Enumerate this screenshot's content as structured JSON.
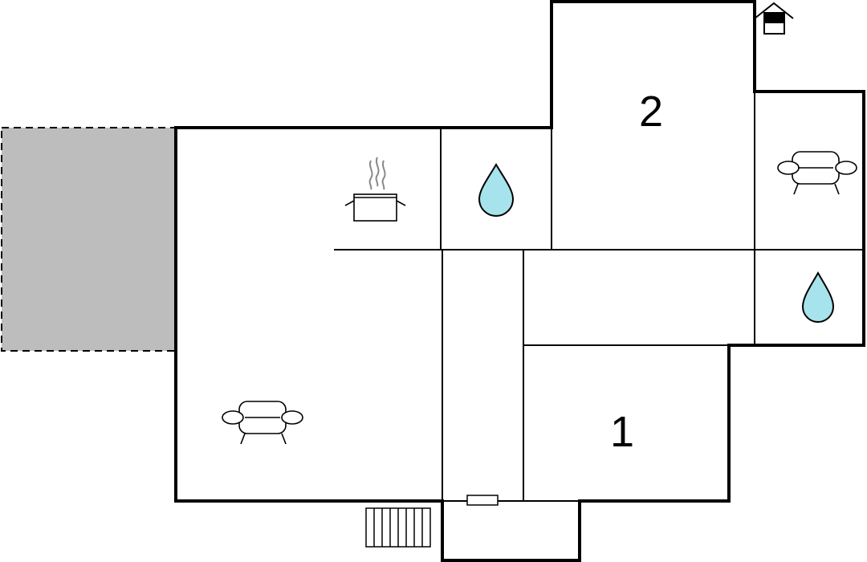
{
  "floor_plan": {
    "colors": {
      "wall": "#000000",
      "terrace": "#bdbdbd",
      "water": "#a6e3ec",
      "background": "#ffffff"
    },
    "rooms": [
      {
        "id": "bedroom-2",
        "label": "2"
      },
      {
        "id": "bedroom-1",
        "label": "1"
      }
    ],
    "icons": [
      "kitchen-pot-icon",
      "bathroom-drop-icon",
      "sofa-icon",
      "house-exit-icon",
      "stairs-icon"
    ]
  }
}
